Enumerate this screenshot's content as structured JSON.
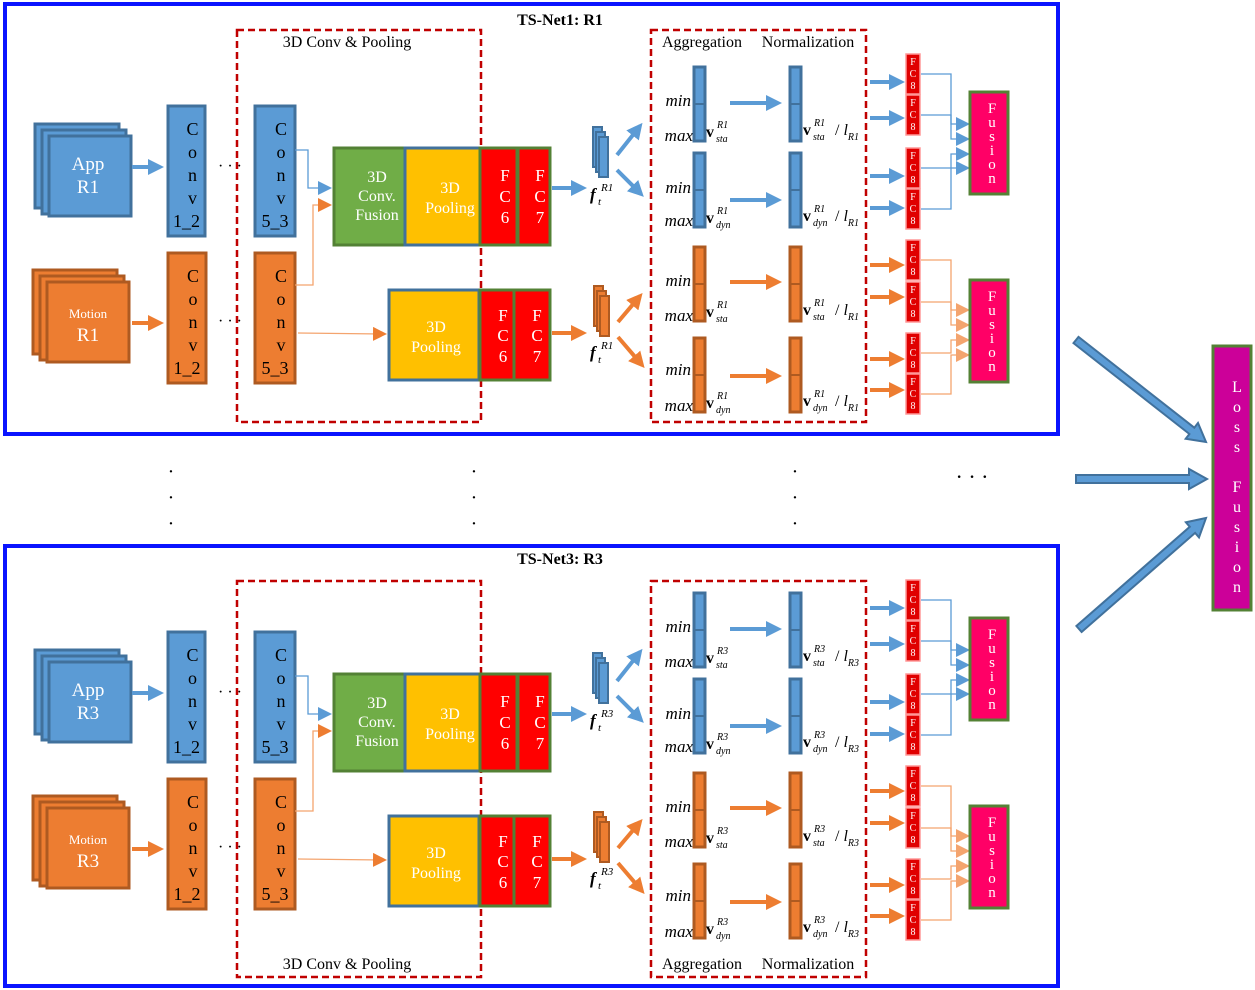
{
  "nets": [
    {
      "title": "TS-Net1: R1",
      "region": "R1",
      "app": [
        "App",
        "R1"
      ],
      "motion": [
        "Motion",
        "R1"
      ],
      "labels_position": "top"
    },
    {
      "title": "TS-Net3: R3",
      "region": "R3",
      "app": [
        "App",
        "R3"
      ],
      "motion": [
        "Motion",
        "R3"
      ],
      "labels_position": "bottom"
    }
  ],
  "labels": {
    "conv_pool": "3D Conv & Pooling",
    "aggregation": "Aggregation",
    "normalization": "Normalization",
    "conv1": [
      "C",
      "o",
      "n",
      "v",
      "1_2"
    ],
    "conv5": [
      "C",
      "o",
      "n",
      "v",
      "5_3"
    ],
    "conv_fusion": [
      "3D",
      "Conv.",
      "Fusion"
    ],
    "pooling": [
      "3D",
      "Pooling"
    ],
    "fc6": [
      "F",
      "C",
      "6"
    ],
    "fc7": [
      "F",
      "C",
      "7"
    ],
    "fc8": [
      "F",
      "C",
      "8"
    ],
    "fusion": [
      "F",
      "u",
      "s",
      "i",
      "o",
      "n"
    ],
    "min": "min",
    "max": "max",
    "v": "v",
    "f": "f",
    "t": "t",
    "sta": "sta",
    "dyn": "dyn",
    "slash": "/",
    "l": "l",
    "dots": "· · ·",
    "vdot": "·"
  },
  "loss_fusion": [
    "L",
    "o",
    "s",
    "s",
    "F",
    "u",
    "s",
    "i",
    "o",
    "n"
  ],
  "colors": {
    "appearance": "#5b9bd5",
    "motion": "#ed7d31",
    "conv_fusion": "#70ad47",
    "pooling": "#ffc000",
    "fc": "#ff0000",
    "fusion": "#ff0066",
    "loss_fusion": "#cc0099",
    "panel_border": "#0a14ff",
    "dashed_border": "#c00000"
  }
}
